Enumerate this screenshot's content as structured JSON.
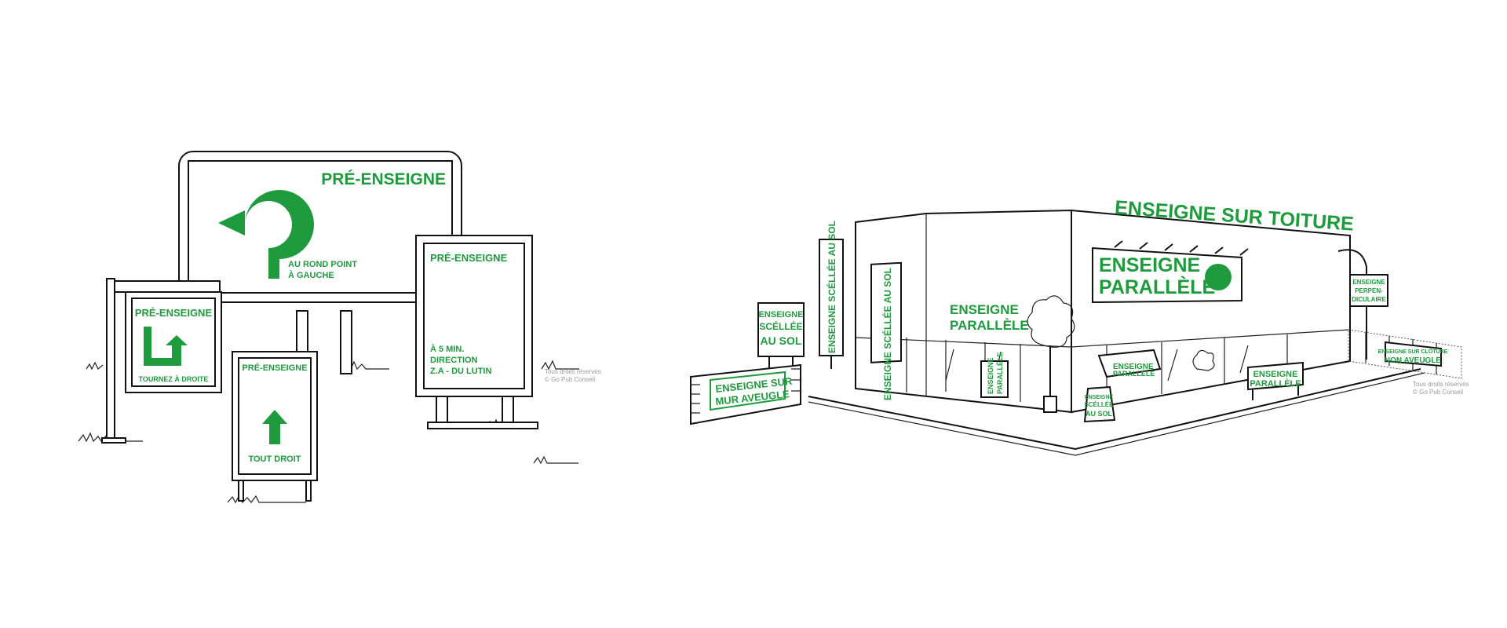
{
  "left_scene": {
    "billboard_title": "PRÉ-ENSEIGNE",
    "billboard_direction_l1": "AU ROND POINT",
    "billboard_direction_l2": "À GAUCHE",
    "right_panel_title": "PRÉ-ENSEIGNE",
    "right_panel_l1": "À 5 MIN.",
    "right_panel_l2": "DIRECTION",
    "right_panel_l3": "Z.A - DU LUTIN",
    "left_panel_title": "PRÉ-ENSEIGNE",
    "left_panel_caption": "TOURNEZ À DROITE",
    "center_panel_title": "PRÉ-ENSEIGNE",
    "center_panel_caption": "TOUT  DROIT",
    "copyright_l1": "Tous droits réservés",
    "copyright_l2": "© Go Pub Conseil"
  },
  "right_scene": {
    "roof_sign": "ENSEIGNE SUR TOITURE",
    "parallel_big_l1": "ENSEIGNE",
    "parallel_big_l2": "PARALLÈLE",
    "parallel_wall_l1": "ENSEIGNE",
    "parallel_wall_l2": "PARALLÈLE",
    "totem_tall": "ENSEIGNE SCÉLLÉE AU SOL",
    "totem_mid": "ENSEIGNE SCÉLLÉE AU SOL",
    "ground_sign_l1": "ENSEIGNE",
    "ground_sign_l2": "SCÉLLÉE",
    "ground_sign_l3": "AU SOL",
    "wall_sign_l1": "ENSEIGNE SUR",
    "wall_sign_l2": "MUR AVEUGLE",
    "window_sign_l1": "ENSEIGNE",
    "window_sign_l2": "PARALLÈLE",
    "awning_sign_l1": "ENSEIGNE",
    "awning_sign_l2": "PARALLÈLE",
    "easel_l1": "ENSEIGNE",
    "easel_l2": "SCÉLLÉE",
    "easel_l3": "AU SOL",
    "panel_sign_l1": "ENSEIGNE",
    "panel_sign_l2": "PARALLÈLE",
    "perpendicular_l1": "ENSEIGNE",
    "perpendicular_l2": "PERPEN-",
    "perpendicular_l3": "DICULAIRE",
    "fence_sign_l1": "ENSEIGNE SUR CLÔTURE",
    "fence_sign_l2": "NON AVEUGLE",
    "copyright_l1": "Tous droits réservés",
    "copyright_l2": "© Go Pub Conseil"
  },
  "colors": {
    "brand_green": "#1e9b3c",
    "ink": "#111111",
    "background": "#ffffff"
  }
}
